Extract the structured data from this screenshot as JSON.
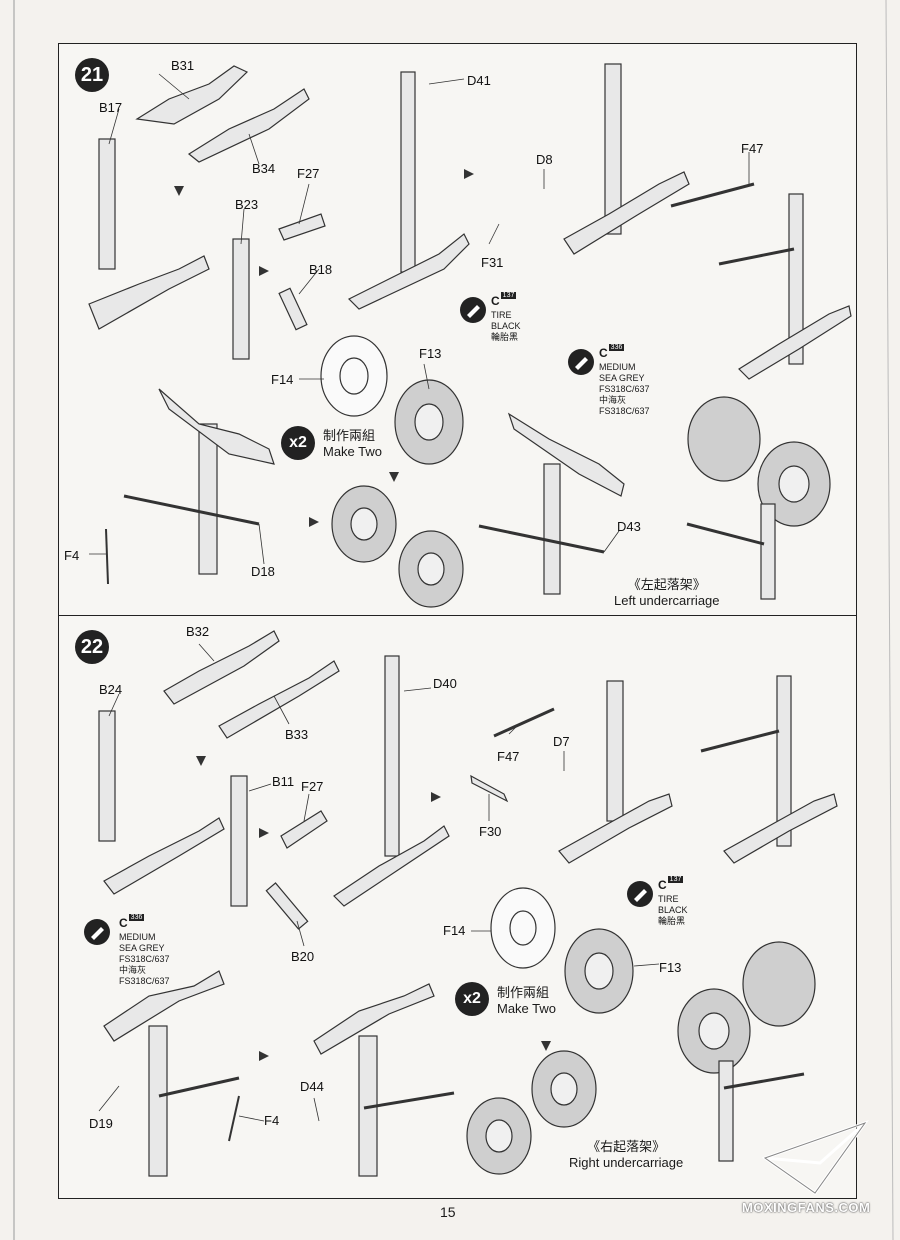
{
  "page_number": "15",
  "watermark": "MOXINGFANS.COM",
  "step21": {
    "number": "21",
    "parts": [
      "B31",
      "B17",
      "B34",
      "B23",
      "F27",
      "B18",
      "D41",
      "D8",
      "F31",
      "F47",
      "F14",
      "F13",
      "F4",
      "D18",
      "D43"
    ],
    "paint_black": {
      "code": "C",
      "num": "137",
      "name_en": "TIRE BLACK",
      "name_zh": "輪胎黑"
    },
    "paint_grey": {
      "code": "C",
      "num": "336",
      "name_en": "MEDIUM SEA GREY",
      "spec": "FS318C/637",
      "name_zh": "中海灰FS318C/637"
    },
    "multiplier": "x2",
    "make_two_zh": "制作兩組",
    "make_two_en": "Make Two",
    "caption_zh": "《左起落架》",
    "caption_en": "Left undercarriage"
  },
  "step22": {
    "number": "22",
    "parts": [
      "B32",
      "B24",
      "B33",
      "B11",
      "F27",
      "B20",
      "D40",
      "F47",
      "D7",
      "F30",
      "F14",
      "F13",
      "D19",
      "F4",
      "D44"
    ],
    "paint_black": {
      "code": "C",
      "num": "137",
      "name_en": "TIRE BLACK",
      "name_zh": "輪胎黑"
    },
    "paint_grey": {
      "code": "C",
      "num": "336",
      "name_en": "MEDIUM SEA GREY",
      "spec": "FS318C/637",
      "name_zh": "中海灰FS318C/637"
    },
    "multiplier": "x2",
    "make_two_zh": "制作兩組",
    "make_two_en": "Make Two",
    "caption_zh": "《右起落架》",
    "caption_en": "Right undercarriage"
  }
}
